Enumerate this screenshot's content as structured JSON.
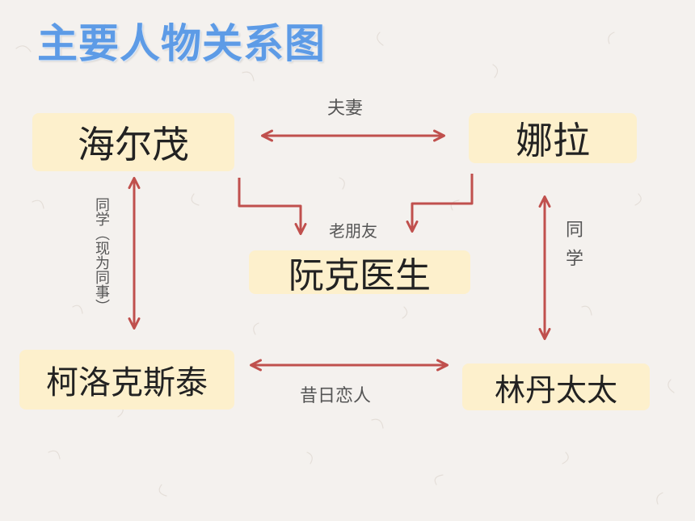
{
  "title": "主要人物关系图",
  "nodes": {
    "haierm": "海尔茂",
    "nora": "娜拉",
    "rank": "阮克医生",
    "krogstad": "柯洛克斯泰",
    "linde": "林丹太太"
  },
  "relations": {
    "spouse": "夫妻",
    "old_friend": "老朋友",
    "classmates_colleagues": "同学（现为同事）",
    "classmates": "同学",
    "former_lovers": "昔日恋人"
  },
  "colors": {
    "title": "#5d9be6",
    "node_fill": "#fdf0cc",
    "arrow": "#c0504d",
    "background": "#f4f1ee"
  }
}
